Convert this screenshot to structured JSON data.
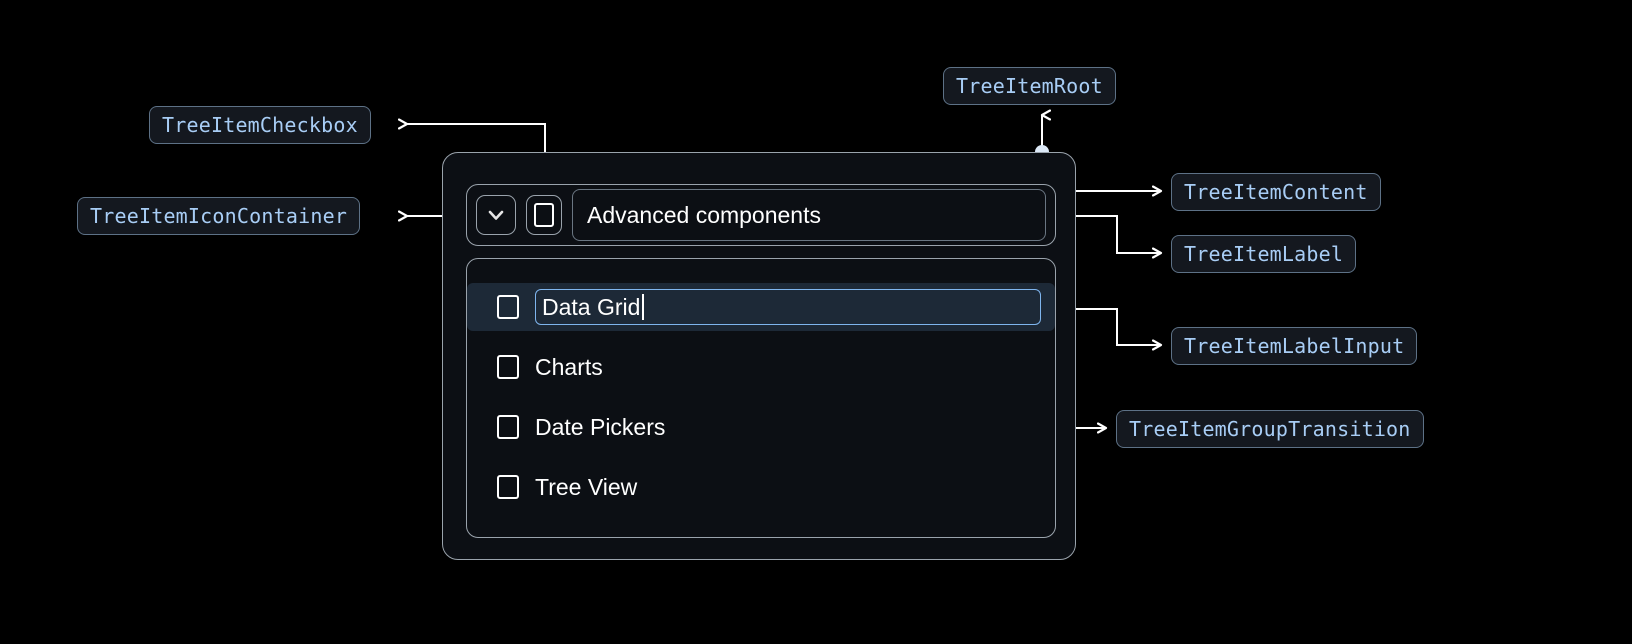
{
  "theme": {
    "page_background": "#000000",
    "badge_background": "#14181f",
    "badge_border": "#5d7186",
    "badge_text": "#a8cdf5",
    "card_background": "#0c0f14",
    "card_border": "#9aa3ac",
    "selected_row_background": "#1d2937",
    "input_focus_border": "#7fb5ee",
    "connector_color": "#ffffff",
    "text_color": "#ffffff"
  },
  "annotations": [
    {
      "id": "tree-item-checkbox",
      "label": "TreeItemCheckbox"
    },
    {
      "id": "tree-item-icon-container",
      "label": "TreeItemIconContainer"
    },
    {
      "id": "tree-item-root",
      "label": "TreeItemRoot"
    },
    {
      "id": "tree-item-content",
      "label": "TreeItemContent"
    },
    {
      "id": "tree-item-label",
      "label": "TreeItemLabel"
    },
    {
      "id": "tree-item-label-input",
      "label": "TreeItemLabelInput"
    },
    {
      "id": "tree-item-group-transition",
      "label": "TreeItemGroupTransition"
    }
  ],
  "tree": {
    "root": {
      "expand_icon": "chevron-down-icon",
      "checkbox_state": "unchecked",
      "label": "Advanced components"
    },
    "children": [
      {
        "label": "Data Grid",
        "checkbox_state": "unchecked",
        "editing": true,
        "selected": true
      },
      {
        "label": "Charts",
        "checkbox_state": "unchecked",
        "editing": false,
        "selected": false
      },
      {
        "label": "Date Pickers",
        "checkbox_state": "unchecked",
        "editing": false,
        "selected": false
      },
      {
        "label": "Tree View",
        "checkbox_state": "unchecked",
        "editing": false,
        "selected": false
      }
    ]
  }
}
